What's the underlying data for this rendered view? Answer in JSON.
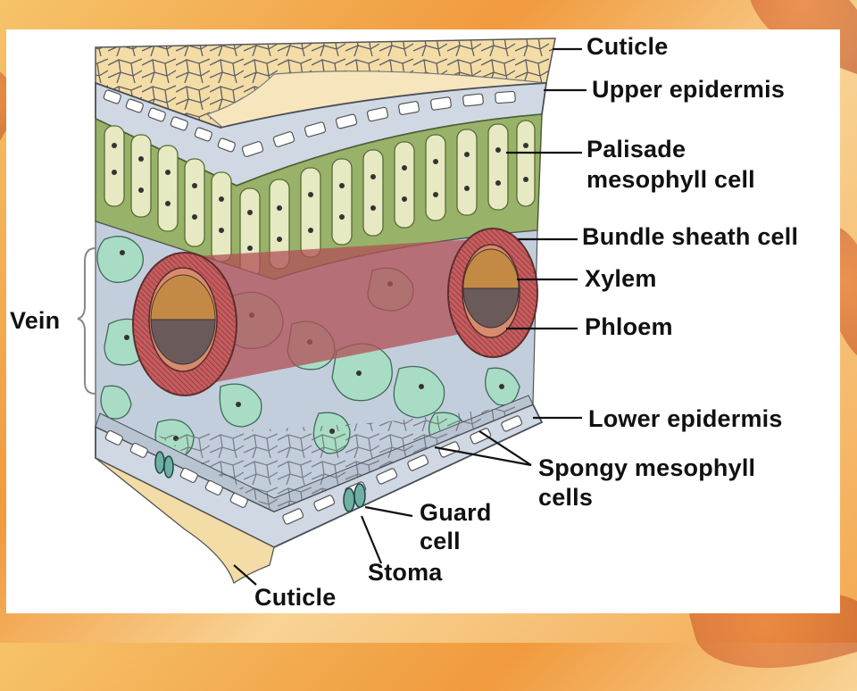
{
  "labels": {
    "cuticle_top": "Cuticle",
    "upper_epidermis": "Upper epidermis",
    "palisade_1": "Palisade",
    "palisade_2": "mesophyll cell",
    "bundle_sheath": "Bundle sheath cell",
    "xylem": "Xylem",
    "phloem": "Phloem",
    "vein": "Vein",
    "lower_epidermis": "Lower epidermis",
    "spongy_1": "Spongy mesophyll",
    "spongy_2": "cells",
    "guard_1": "Guard",
    "guard_2": "cell",
    "stoma": "Stoma",
    "cuticle_bottom": "Cuticle"
  },
  "colors": {
    "cuticle": "#f3dca6",
    "epidermis": "#cfd8e3",
    "palisade": "#98b26a",
    "palisade_cell": "#e6e9c2",
    "spongy": "#a9dcc4",
    "air_space": "#c3cedc",
    "bundle_sheath": "#c65c5e",
    "xylem": "#c48a45",
    "phloem": "#6a5a5a",
    "lower_surface": "#b9c4d2"
  }
}
